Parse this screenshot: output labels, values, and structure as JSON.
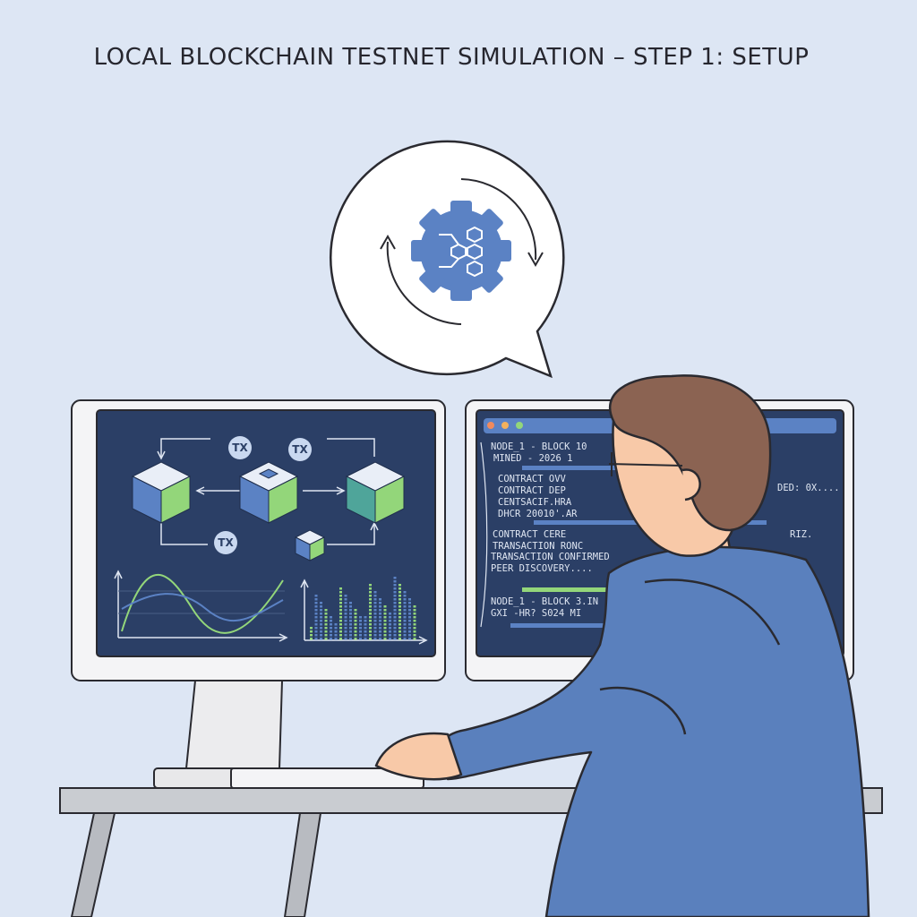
{
  "title": "LOCAL BLOCKCHAIN TESTNET SIMULATION – STEP 1: SETUP",
  "left_screen": {
    "tx_labels": [
      "TX",
      "TX",
      "TX"
    ]
  },
  "terminal": {
    "lines": [
      "NODE_1 - BLOCK 10",
      "MINED - 2026 1",
      "CONTRACT OVV",
      "CONTRACT DEP",
      "CENTSACIF.HRA",
      "DHCR 20010'.AR",
      "CONTRACT CERE",
      "TRANSACTION RONC",
      "TRANSACTION CONFIRMED",
      "PEER DISCOVERY....",
      "NODE_1 - BLOCK 3.IN",
      "GXI -HR? S024 MI"
    ],
    "right_fragments": [
      "DED: 0X....",
      "RIZ."
    ]
  },
  "colors": {
    "background": "#dde6f4",
    "screen": "#2b3f66",
    "accent_blue": "#5b82c4",
    "accent_green": "#93d67a",
    "hair": "#8b6352",
    "skin": "#f8c9a8",
    "hoodie": "#5a80bd"
  },
  "icons": [
    "gear-network-icon",
    "refresh-arrows-icon",
    "block-cube-icon"
  ]
}
